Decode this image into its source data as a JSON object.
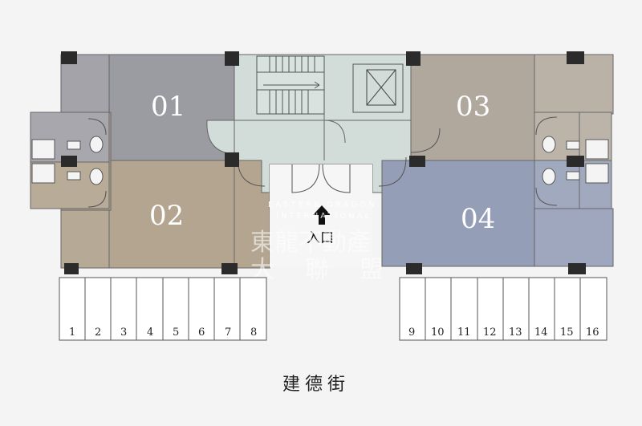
{
  "colors": {
    "background": "#f4f4f4",
    "unit_01": "#9b9ba2",
    "unit_02": "#b3a590",
    "unit_03": "#b1a89d",
    "unit_04": "#959eb7",
    "core": "#d2dcd8",
    "pillar": "#2b2b2b",
    "line": "#555555"
  },
  "units": [
    {
      "id": "01",
      "label": "01"
    },
    {
      "id": "02",
      "label": "02"
    },
    {
      "id": "03",
      "label": "03"
    },
    {
      "id": "04",
      "label": "04"
    }
  ],
  "entrance": {
    "label": "入口",
    "icon": "arrow-up-icon"
  },
  "parking_left": [
    "1",
    "2",
    "3",
    "4",
    "5",
    "6",
    "7",
    "8"
  ],
  "parking_right": [
    "9",
    "10",
    "11",
    "12",
    "13",
    "14",
    "15",
    "16"
  ],
  "street": {
    "label": "建德街"
  },
  "watermark": {
    "line1": "EASTERN DRAGON",
    "line2": "INTERNATIONAL",
    "line3": "東龍不動產",
    "line4": "大聯盟"
  }
}
